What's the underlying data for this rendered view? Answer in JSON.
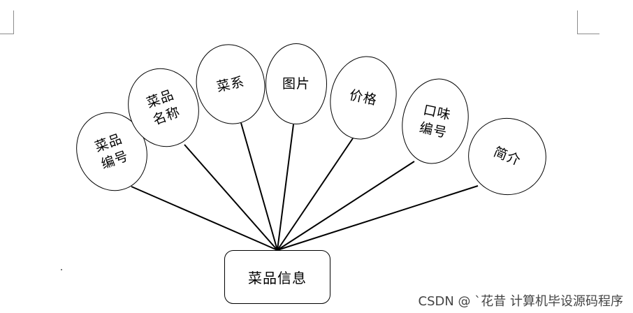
{
  "entity": {
    "label": "菜品信息"
  },
  "attributes": [
    {
      "id": "dish-number",
      "label": "菜品\n编号"
    },
    {
      "id": "dish-name",
      "label": "菜品\n名称"
    },
    {
      "id": "cuisine",
      "label": "菜系"
    },
    {
      "id": "picture",
      "label": "图片"
    },
    {
      "id": "price",
      "label": "价格"
    },
    {
      "id": "flavor-number",
      "label": "口味\n编号"
    },
    {
      "id": "intro",
      "label": "简介"
    }
  ],
  "watermark": "CSDN @ `花昔  计算机毕设源码程序"
}
